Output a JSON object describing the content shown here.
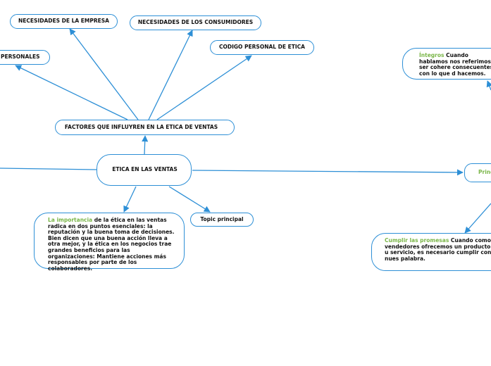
{
  "colors": {
    "line": "#2d8fd6",
    "highlight": "#7ab648",
    "text": "#111111",
    "background": "#ffffff"
  },
  "nodes": {
    "center": "ETICA EN LAS VENTAS",
    "factores": "FACTORES QUE INFLUYREN EN LA ETICA DE VENTAS",
    "necesidades_empresa": "NECESIDADES DE LA EMPRESA",
    "necesidades_consumidores": "NECESIDADES DE LOS CONSUMIDORES",
    "codigo_personal": "CODIGO PERSONAL DE ETICA",
    "personales": "PERSONALES",
    "topic_principal": "Topic principal",
    "principios": "Princ"
  },
  "importancia": {
    "highlight": "La importancia",
    "text": " de la ética en las ventas radica en dos puntos esenciales: la reputación y la buena toma de decisiones. Bien dicen que una buena acción lleva a otra mejor, y la ética en los negocios trae grandes beneficios para las organizaciones: Mantiene acciones más responsables por parte de los colaboradores."
  },
  "integros": {
    "highlight": "Íntegros",
    "text": " Cuando hablamos nos referimos a ser cohere consecuentes con lo que d hacemos."
  },
  "cumplir": {
    "highlight": "Cumplir las promesas",
    "text": " Cuando como vendedores ofrecemos un producto o u servicio, es necesario cumplir con nues palabra."
  }
}
